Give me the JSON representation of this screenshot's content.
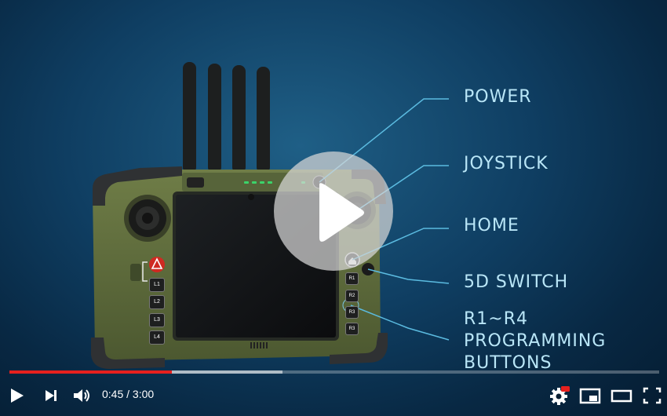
{
  "video": {
    "current_time": "0:45",
    "separator": " / ",
    "duration": "3:00",
    "played_fraction": 0.25,
    "buffered_fraction": 0.42
  },
  "callouts": {
    "power": "POWER",
    "joystick": "JOYSTICK",
    "home": "HOME",
    "switch": "5D SWITCH",
    "programming": "R1~R4\nPROGRAMMING\nBUTTONS"
  },
  "device": {
    "left_buttons": [
      "L1",
      "L2",
      "L3",
      "L4"
    ],
    "right_buttons": [
      "R1",
      "R2",
      "R3",
      "R3"
    ]
  },
  "colors": {
    "accent_red": "#e6201e",
    "callout_text": "#b9e6f7",
    "callout_line": "#5bbbe0",
    "device_body": "#5d6b3a"
  },
  "icons": {
    "play": "play-icon",
    "next": "next-icon",
    "volume": "volume-icon",
    "settings": "gear-icon",
    "miniplayer": "miniplayer-icon",
    "theater": "theater-icon",
    "fullscreen": "fullscreen-icon"
  }
}
